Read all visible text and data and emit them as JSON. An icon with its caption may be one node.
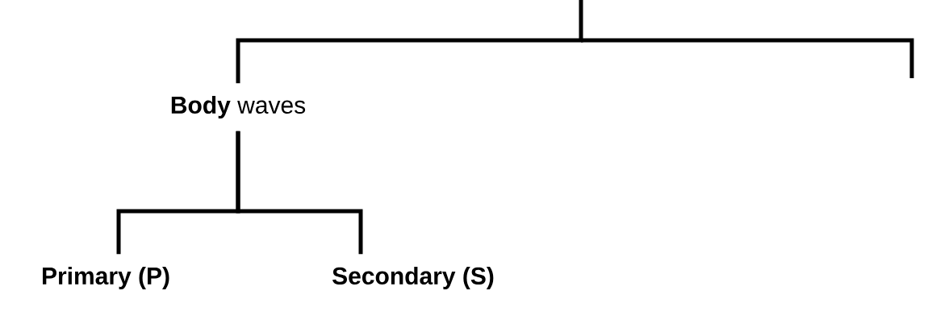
{
  "diagram": {
    "nodes": [
      {
        "text": [
          "**Body** waves"
        ]
      },
      {
        "text": [
          "Primary (P)"
        ]
      },
      {
        "text": [
          "Secondary (S)"
        ]
      }
    ],
    "edges": [
      {
        "from": null,
        "to": 0,
        "arrow": "none"
      },
      {
        "from": 0,
        "to": 1,
        "arrow": "none"
      },
      {
        "from": 0,
        "to": 2,
        "arrow": "none"
      }
    ]
  }
}
